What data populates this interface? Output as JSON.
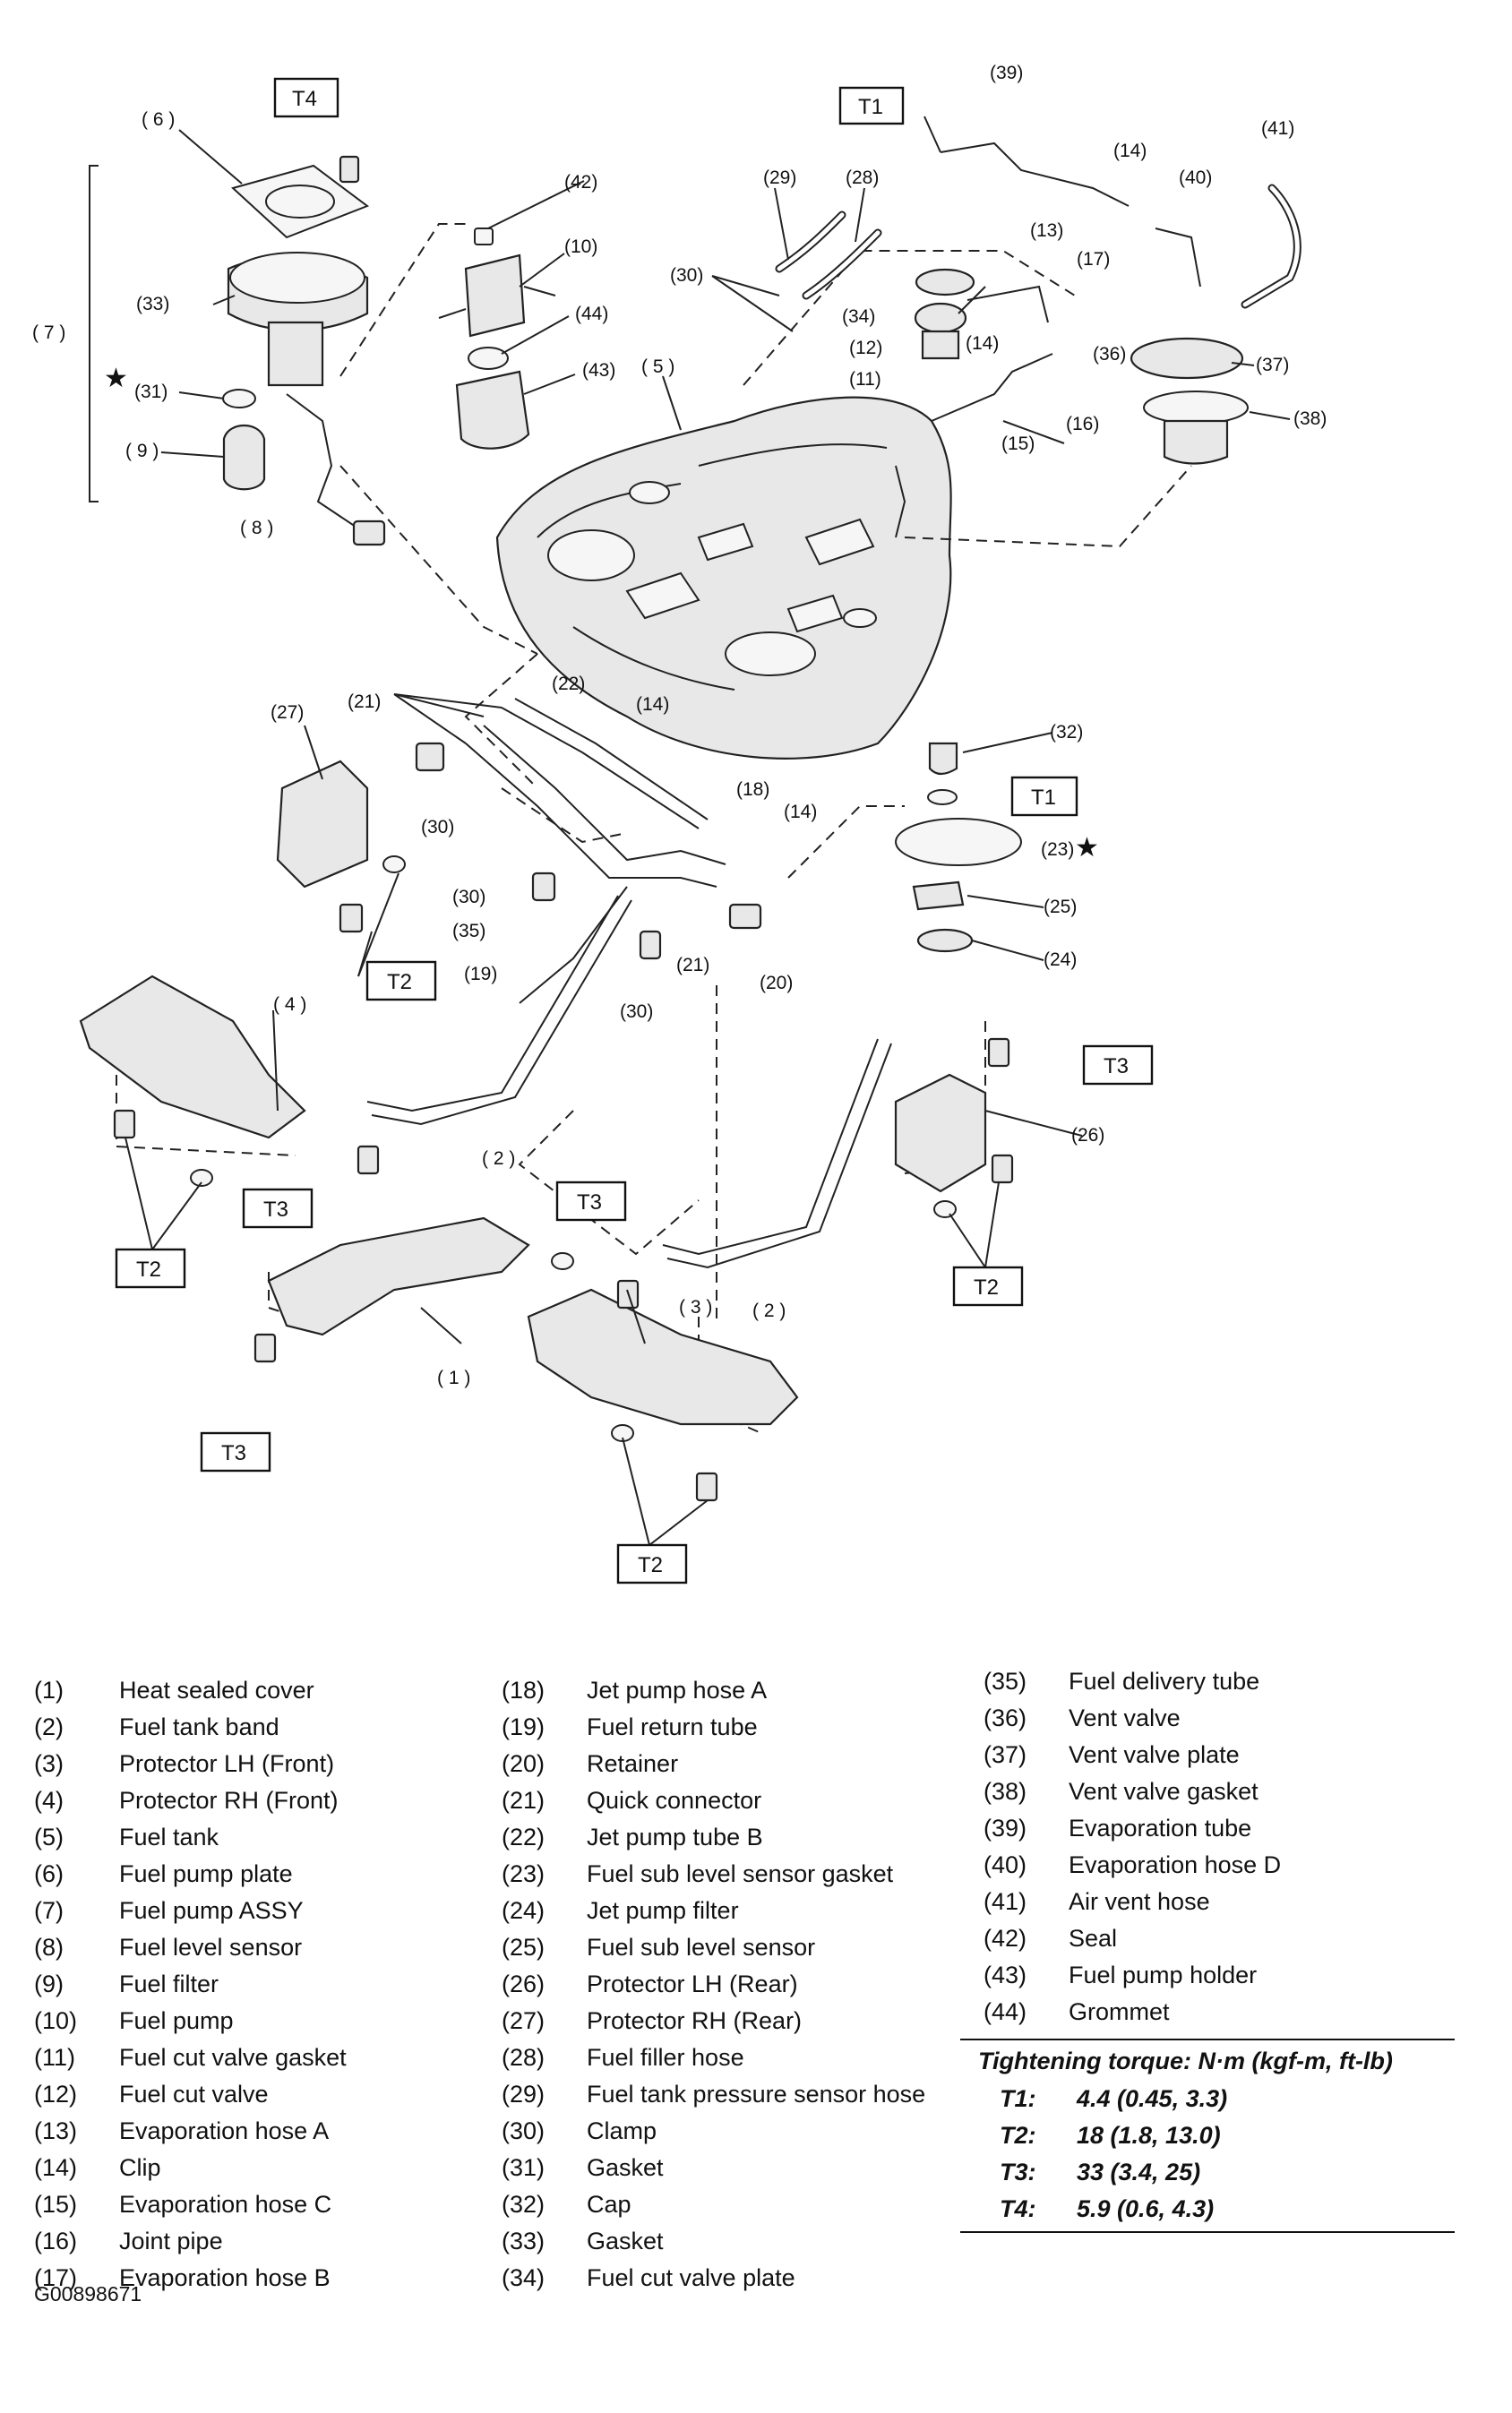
{
  "callouts": {
    "c1": "( 1 )",
    "c2a": "( 2 )",
    "c2b": "( 2 )",
    "c3": "( 3 )",
    "c4": "( 4 )",
    "c5": "( 5 )",
    "c6": "( 6 )",
    "c7": "( 7 )",
    "c8": "( 8 )",
    "c9": "( 9 )",
    "c10": "(10)",
    "c11": "(11)",
    "c12": "(12)",
    "c13": "(13)",
    "c14a": "(14)",
    "c14b": "(14)",
    "c14c": "(14)",
    "c14d": "(14)",
    "c15": "(15)",
    "c16": "(16)",
    "c17": "(17)",
    "c18": "(18)",
    "c19": "(19)",
    "c20": "(20)",
    "c21a": "(21)",
    "c21b": "(21)",
    "c22": "(22)",
    "c23": "(23)",
    "c24": "(24)",
    "c25": "(25)",
    "c26": "(26)",
    "c27": "(27)",
    "c28": "(28)",
    "c29": "(29)",
    "c30a": "(30)",
    "c30b": "(30)",
    "c30c": "(30)",
    "c30d": "(30)",
    "c31": "(31)",
    "c32": "(32)",
    "c33": "(33)",
    "c34": "(34)",
    "c36": "(36)",
    "c35": "(35)",
    "c37": "(37)",
    "c38": "(38)",
    "c39": "(39)",
    "c40": "(40)",
    "c41": "(41)",
    "c42": "(42)",
    "c43": "(43)",
    "c44": "(44)"
  },
  "torque_tags": {
    "t4": "T4",
    "t1a": "T1",
    "t1b": "T1",
    "t2a": "T2",
    "t2b": "T2",
    "t2c": "T2",
    "t2d": "T2",
    "t3a": "T3",
    "t3b": "T3",
    "t3c": "T3",
    "t3d": "T3"
  },
  "star": "★",
  "legend": {
    "col1": [
      {
        "num": "(1)",
        "name": "Heat sealed cover"
      },
      {
        "num": "(2)",
        "name": "Fuel tank band"
      },
      {
        "num": "(3)",
        "name": "Protector LH (Front)"
      },
      {
        "num": "(4)",
        "name": "Protector RH (Front)"
      },
      {
        "num": "(5)",
        "name": "Fuel tank"
      },
      {
        "num": "(6)",
        "name": "Fuel pump plate"
      },
      {
        "num": "(7)",
        "name": "Fuel pump ASSY"
      },
      {
        "num": "(8)",
        "name": "Fuel level sensor"
      },
      {
        "num": "(9)",
        "name": "Fuel filter"
      },
      {
        "num": "(10)",
        "name": "Fuel pump"
      },
      {
        "num": "(11)",
        "name": "Fuel cut valve gasket"
      },
      {
        "num": "(12)",
        "name": "Fuel cut valve"
      },
      {
        "num": "(13)",
        "name": "Evaporation hose A"
      },
      {
        "num": "(14)",
        "name": "Clip"
      },
      {
        "num": "(15)",
        "name": "Evaporation hose C"
      },
      {
        "num": "(16)",
        "name": "Joint pipe"
      },
      {
        "num": "(17)",
        "name": "Evaporation hose B"
      }
    ],
    "col2": [
      {
        "num": "(18)",
        "name": "Jet pump hose A"
      },
      {
        "num": "(19)",
        "name": "Fuel return tube"
      },
      {
        "num": "(20)",
        "name": "Retainer"
      },
      {
        "num": "(21)",
        "name": "Quick connector"
      },
      {
        "num": "(22)",
        "name": "Jet pump tube B"
      },
      {
        "num": "(23)",
        "name": "Fuel sub level sensor gasket"
      },
      {
        "num": "(24)",
        "name": "Jet pump filter"
      },
      {
        "num": "(25)",
        "name": "Fuel sub level sensor"
      },
      {
        "num": "(26)",
        "name": "Protector LH (Rear)"
      },
      {
        "num": "(27)",
        "name": "Protector RH (Rear)"
      },
      {
        "num": "(28)",
        "name": "Fuel filler hose"
      },
      {
        "num": "(29)",
        "name": "Fuel tank pressure sensor hose"
      },
      {
        "num": "(30)",
        "name": "Clamp"
      },
      {
        "num": "(31)",
        "name": "Gasket"
      },
      {
        "num": "(32)",
        "name": "Cap"
      },
      {
        "num": "(33)",
        "name": "Gasket"
      },
      {
        "num": "(34)",
        "name": "Fuel cut valve plate"
      }
    ],
    "col3": [
      {
        "num": "(35)",
        "name": "Fuel delivery tube"
      },
      {
        "num": "(36)",
        "name": "Vent valve"
      },
      {
        "num": "(37)",
        "name": "Vent valve plate"
      },
      {
        "num": "(38)",
        "name": "Vent valve gasket"
      },
      {
        "num": "(39)",
        "name": "Evaporation tube"
      },
      {
        "num": "(40)",
        "name": "Evaporation hose D"
      },
      {
        "num": "(41)",
        "name": "Air vent hose"
      },
      {
        "num": "(42)",
        "name": "Seal"
      },
      {
        "num": "(43)",
        "name": "Fuel pump holder"
      },
      {
        "num": "(44)",
        "name": "Grommet"
      }
    ]
  },
  "torque": {
    "title": "Tightening torque: N·m (kgf-m, ft-lb)",
    "rows": [
      {
        "key": "T1:",
        "value": "4.4 (0.45, 3.3)"
      },
      {
        "key": "T2:",
        "value": "18 (1.8, 13.0)"
      },
      {
        "key": "T3:",
        "value": "33 (3.4, 25)"
      },
      {
        "key": "T4:",
        "value": "5.9 (0.6, 4.3)"
      }
    ]
  },
  "figure_id": "G00898671"
}
